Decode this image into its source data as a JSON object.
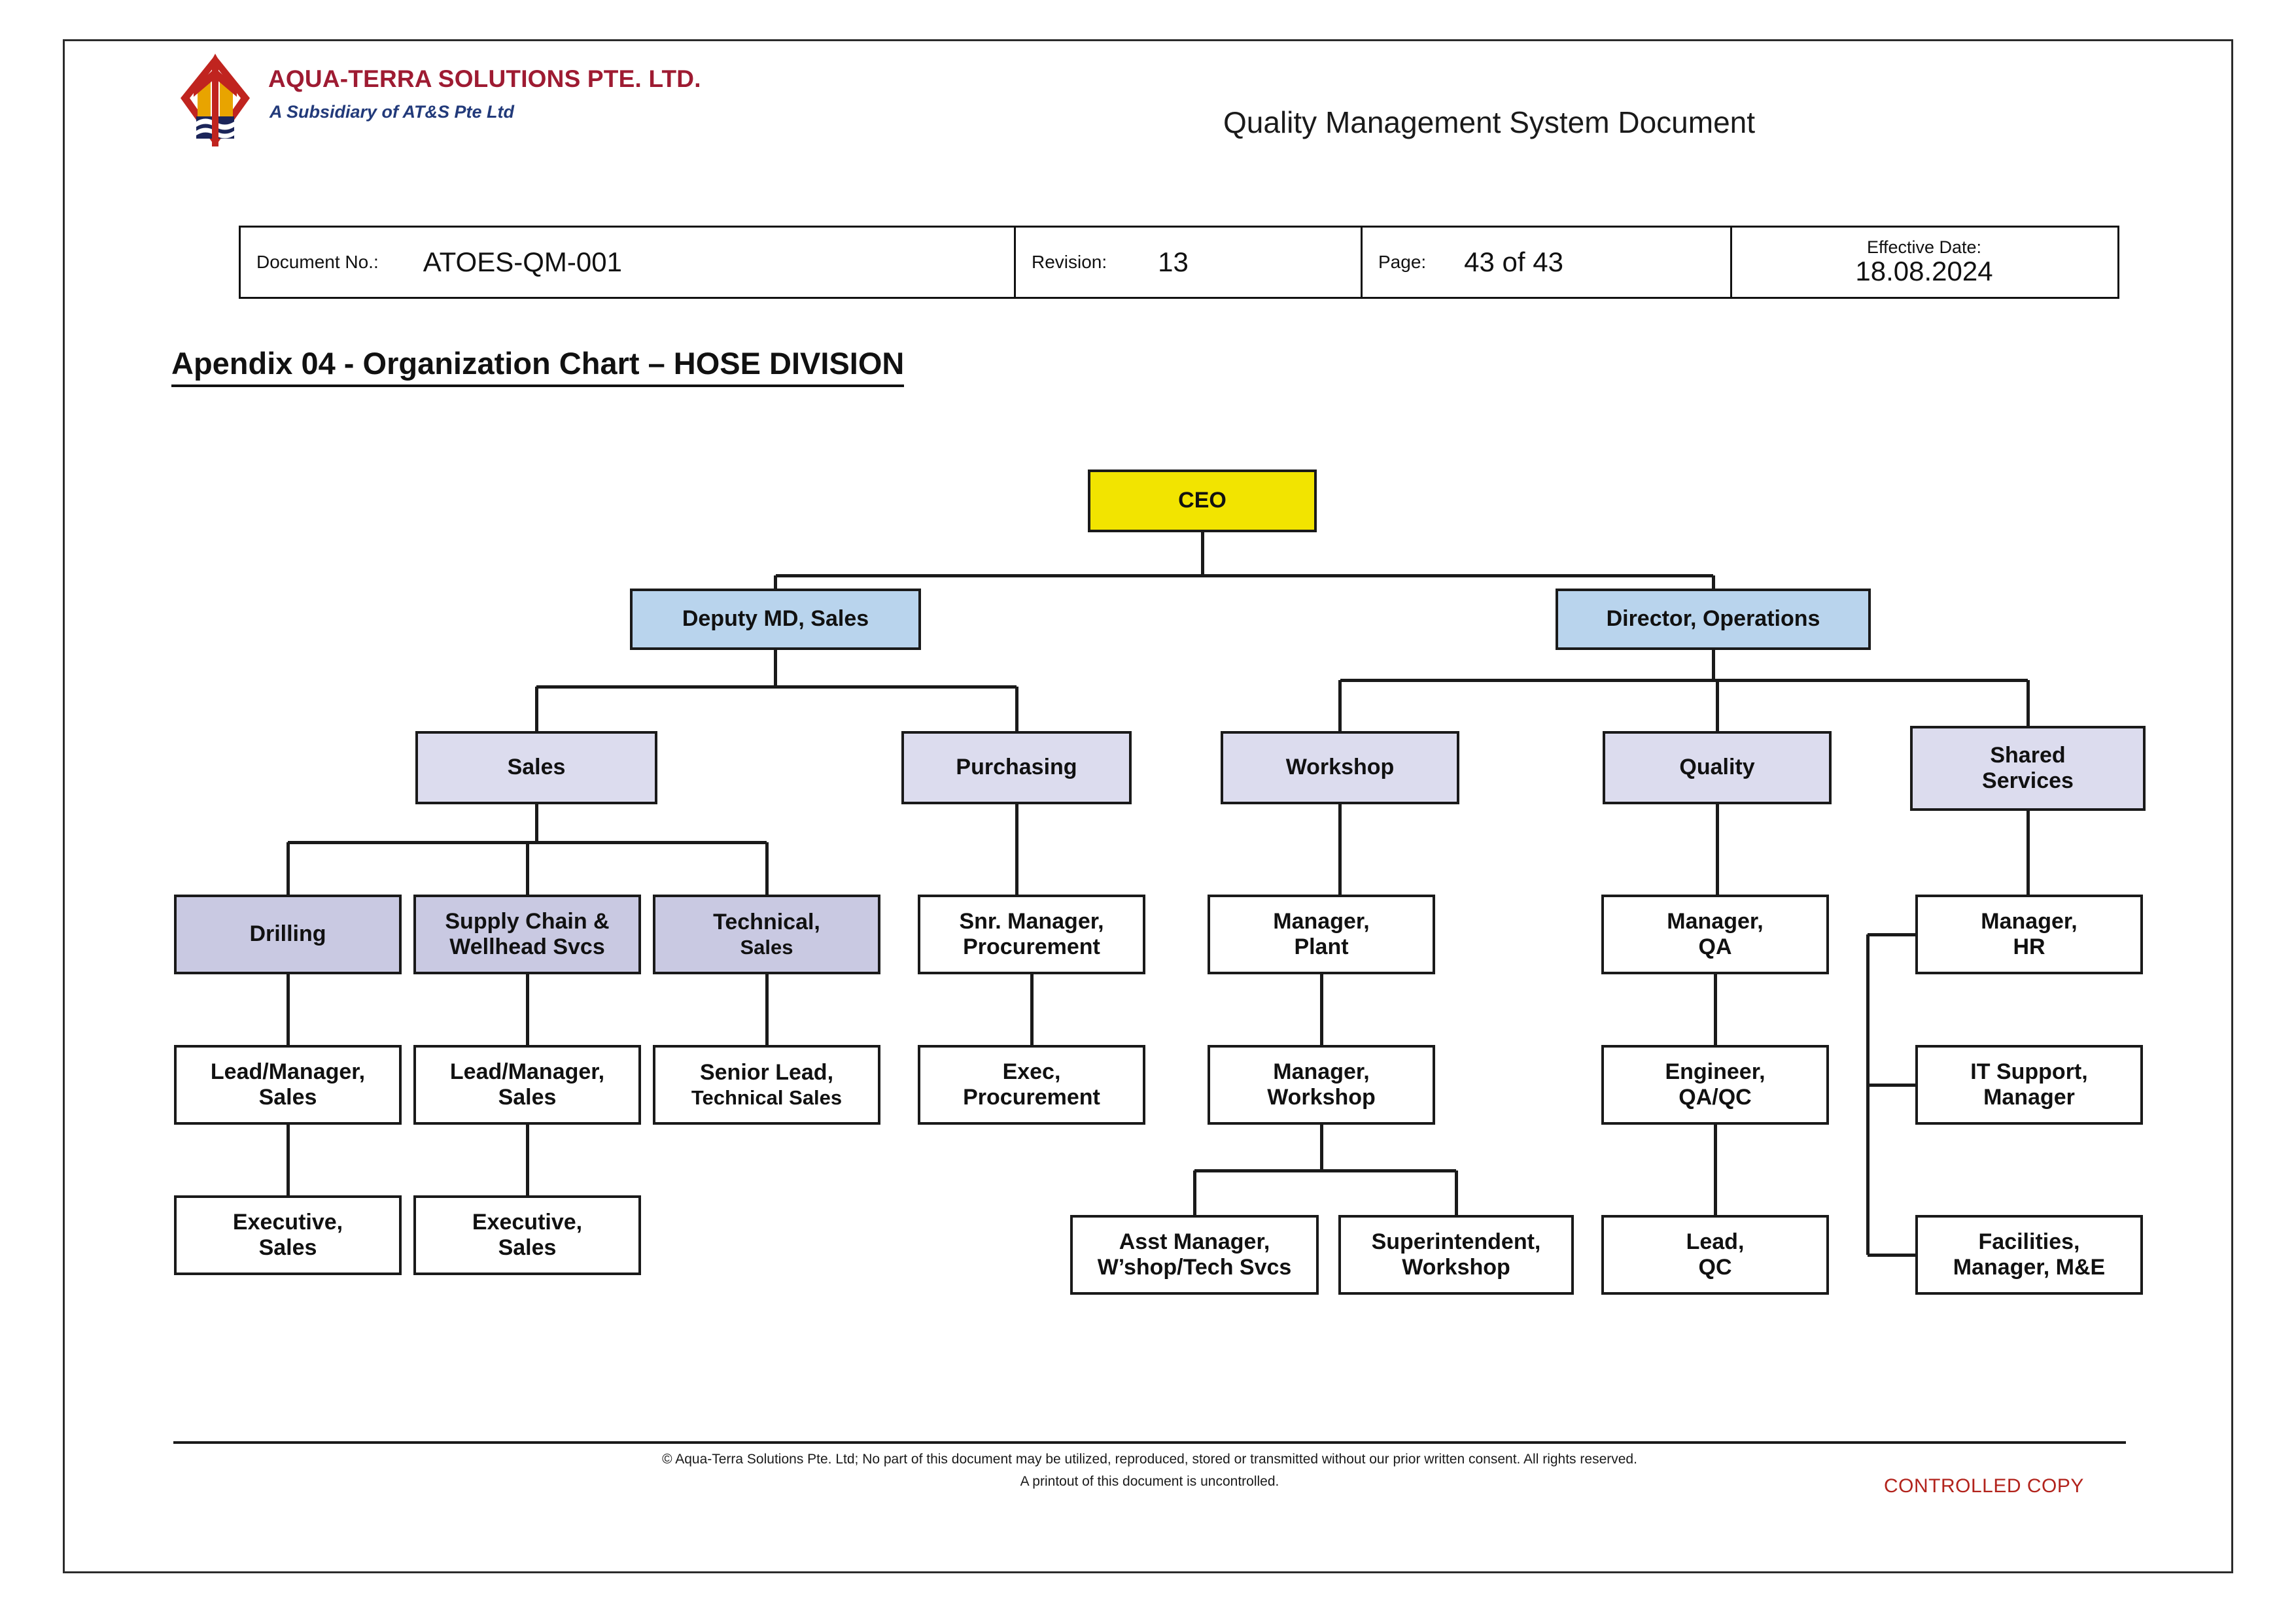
{
  "header": {
    "company_name": "AQUA-TERRA SOLUTIONS PTE. LTD.",
    "company_subtitle": "A Subsidiary of AT&S Pte Ltd",
    "document_type_title": "Quality Management System Document",
    "logo_icon": "trident-diamond-logo-icon",
    "brand_color": "#9E1B32",
    "sub_color": "#223A7A"
  },
  "info_table": {
    "document_no_label": "Document No.:",
    "document_no_value": "ATOES-QM-001",
    "revision_label": "Revision:",
    "revision_value": "13",
    "page_label": "Page:",
    "page_value": "43 of 43",
    "effective_date_label": "Effective Date:",
    "effective_date_value": "18.08.2024"
  },
  "chart_title": "Apendix 04 - Organization Chart – HOSE DIVISION",
  "colors": {
    "ceo": "#F2E400",
    "director": "#B9D4ED",
    "department": "#DCDCEE",
    "subdepartment": "#C9C9E2",
    "role": "#FFFFFF",
    "controlled_copy": "#B2231C"
  },
  "chart_data": {
    "type": "diagram",
    "title": "Organization Chart – HOSE DIVISION",
    "nodes": [
      {
        "id": "ceo",
        "line1": "CEO",
        "line2": "",
        "level": 1,
        "style": "ceo"
      },
      {
        "id": "dep-md",
        "line1": "Deputy MD, Sales",
        "line2": "",
        "level": 2,
        "style": "director"
      },
      {
        "id": "dir-ops",
        "line1": "Director, Operations",
        "line2": "",
        "level": 2,
        "style": "director"
      },
      {
        "id": "sales",
        "line1": "Sales",
        "line2": "",
        "level": 3,
        "style": "department"
      },
      {
        "id": "purchasing",
        "line1": "Purchasing",
        "line2": "",
        "level": 3,
        "style": "department"
      },
      {
        "id": "workshop",
        "line1": "Workshop",
        "line2": "",
        "level": 3,
        "style": "department"
      },
      {
        "id": "quality",
        "line1": "Quality",
        "line2": "",
        "level": 3,
        "style": "department"
      },
      {
        "id": "shared",
        "line1": "Shared",
        "line2": "Services",
        "level": 3,
        "style": "department"
      },
      {
        "id": "drilling",
        "line1": "Drilling",
        "line2": "",
        "level": 4,
        "style": "subdepartment"
      },
      {
        "id": "supply",
        "line1": "Supply Chain &",
        "line2": "Wellhead Svcs",
        "level": 4,
        "style": "subdepartment"
      },
      {
        "id": "technical",
        "line1": "Technical,",
        "line2": "Sales",
        "level": 4,
        "style": "subdepartment",
        "line2_regular": true
      },
      {
        "id": "snr-proc",
        "line1": "Snr. Manager,",
        "line2": "Procurement",
        "level": 4,
        "style": "role"
      },
      {
        "id": "mgr-plant",
        "line1": "Manager,",
        "line2": "Plant",
        "level": 4,
        "style": "role"
      },
      {
        "id": "mgr-qa",
        "line1": "Manager,",
        "line2": "QA",
        "level": 4,
        "style": "role"
      },
      {
        "id": "mgr-hr",
        "line1": "Manager,",
        "line2": "HR",
        "level": 4,
        "style": "role"
      },
      {
        "id": "lead-drill",
        "line1": "Lead/Manager,",
        "line2": "Sales",
        "level": 5,
        "style": "role"
      },
      {
        "id": "lead-supply",
        "line1": "Lead/Manager,",
        "line2": "Sales",
        "level": 5,
        "style": "role"
      },
      {
        "id": "snr-lead",
        "line1": "Senior Lead,",
        "line2": "Technical Sales",
        "level": 5,
        "style": "role",
        "line2_regular": true
      },
      {
        "id": "exec-proc",
        "line1": "Exec,",
        "line2": "Procurement",
        "level": 5,
        "style": "role"
      },
      {
        "id": "mgr-wshop",
        "line1": "Manager,",
        "line2": "Workshop",
        "level": 5,
        "style": "role"
      },
      {
        "id": "eng-qaqc",
        "line1": "Engineer,",
        "line2": "QA/QC",
        "level": 5,
        "style": "role"
      },
      {
        "id": "it-support",
        "line1": "IT Support,",
        "line2": "Manager",
        "level": 5,
        "style": "role"
      },
      {
        "id": "exec-s1",
        "line1": "Executive,",
        "line2": "Sales",
        "level": 6,
        "style": "role"
      },
      {
        "id": "exec-s2",
        "line1": "Executive,",
        "line2": "Sales",
        "level": 6,
        "style": "role"
      },
      {
        "id": "asst-mgr",
        "line1": "Asst Manager,",
        "line2": "W’shop/Tech Svcs",
        "level": 6,
        "style": "role"
      },
      {
        "id": "superint",
        "line1": "Superintendent,",
        "line2": "Workshop",
        "level": 6,
        "style": "role"
      },
      {
        "id": "lead-qc",
        "line1": "Lead,",
        "line2": "QC",
        "level": 6,
        "style": "role"
      },
      {
        "id": "facilities",
        "line1": "Facilities,",
        "line2": "Manager, M&E",
        "level": 6,
        "style": "role"
      }
    ],
    "edges": [
      [
        "ceo",
        "dep-md"
      ],
      [
        "ceo",
        "dir-ops"
      ],
      [
        "dep-md",
        "sales"
      ],
      [
        "dep-md",
        "purchasing"
      ],
      [
        "dir-ops",
        "workshop"
      ],
      [
        "dir-ops",
        "quality"
      ],
      [
        "dir-ops",
        "shared"
      ],
      [
        "sales",
        "drilling"
      ],
      [
        "sales",
        "supply"
      ],
      [
        "sales",
        "technical"
      ],
      [
        "purchasing",
        "snr-proc"
      ],
      [
        "workshop",
        "mgr-plant"
      ],
      [
        "quality",
        "mgr-qa"
      ],
      [
        "shared",
        "mgr-hr"
      ],
      [
        "shared",
        "it-support"
      ],
      [
        "shared",
        "facilities"
      ],
      [
        "drilling",
        "lead-drill"
      ],
      [
        "supply",
        "lead-supply"
      ],
      [
        "technical",
        "snr-lead"
      ],
      [
        "snr-proc",
        "exec-proc"
      ],
      [
        "mgr-plant",
        "mgr-wshop"
      ],
      [
        "mgr-qa",
        "eng-qaqc"
      ],
      [
        "lead-drill",
        "exec-s1"
      ],
      [
        "lead-supply",
        "exec-s2"
      ],
      [
        "mgr-wshop",
        "asst-mgr"
      ],
      [
        "mgr-wshop",
        "superint"
      ],
      [
        "eng-qaqc",
        "lead-qc"
      ]
    ]
  },
  "footer": {
    "line1": "© Aqua-Terra Solutions Pte. Ltd; No part of this document may be utilized, reproduced, stored or transmitted without our prior written consent. All rights reserved.",
    "line2": "A printout of this document is uncontrolled.",
    "controlled_copy": "CONTROLLED COPY"
  }
}
